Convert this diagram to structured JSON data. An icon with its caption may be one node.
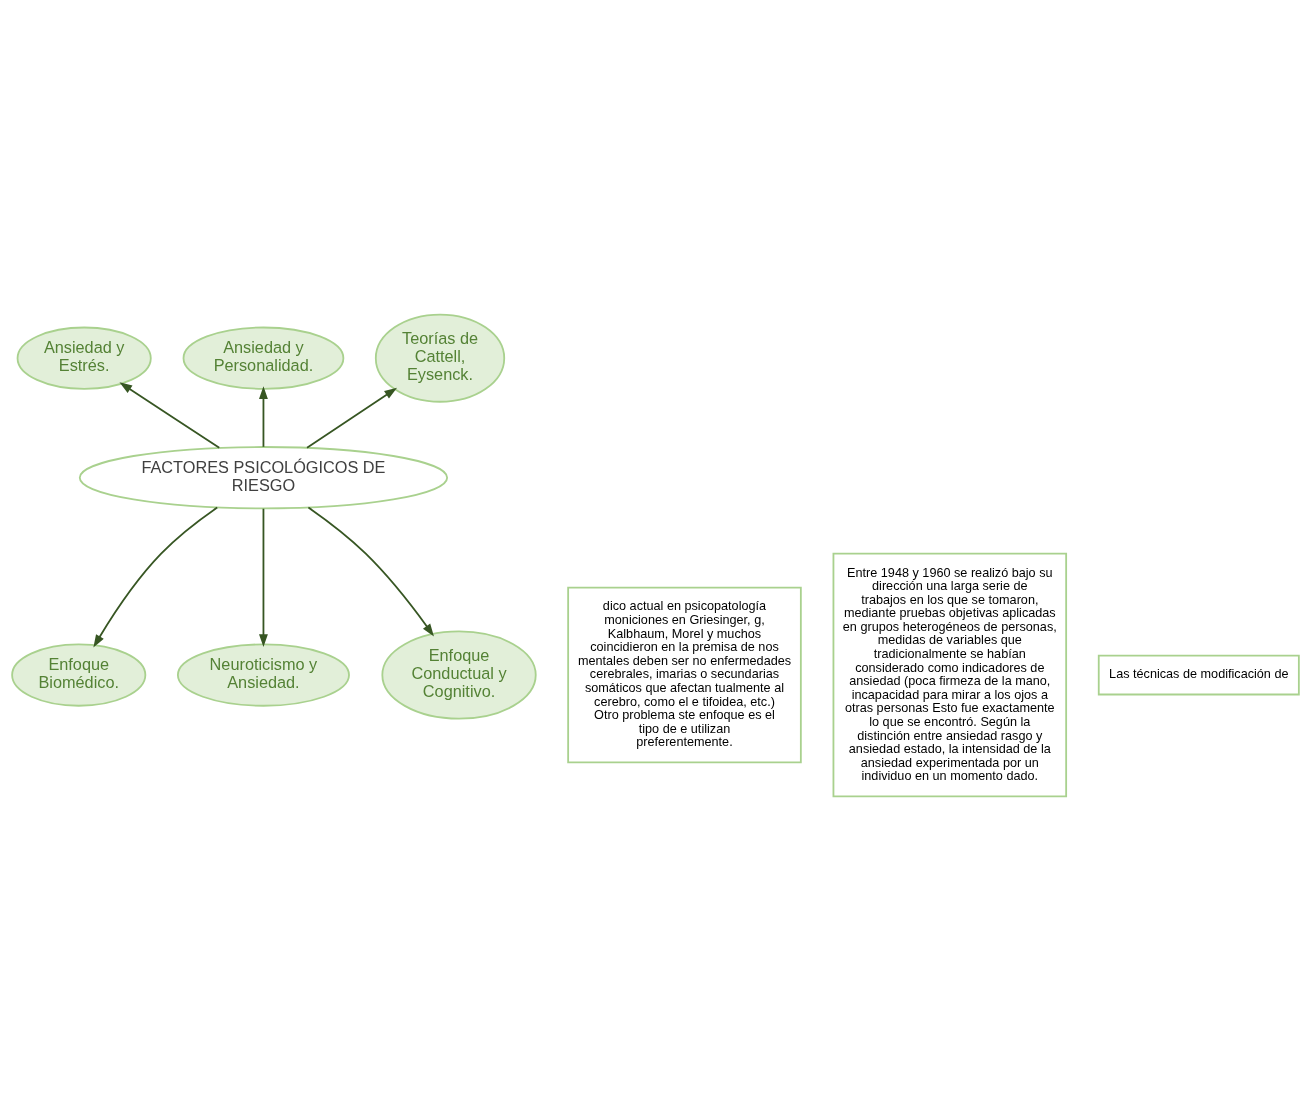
{
  "diagram": {
    "nodes": [
      {
        "text": [
          "FACTORES PSICOLÓGICOS DE RIESGO"
        ]
      },
      {
        "text": [
          "Ansiedad y Estrés."
        ]
      },
      {
        "text": [
          "Ansiedad y Personalidad."
        ]
      },
      {
        "text": [
          "Teorías de Cattell, Eysenck."
        ]
      },
      {
        "text": [
          "dico actual en psicopatología moniciones en Griesinger, g, Kalbhaum, Morel y muchos coincidieron en la premisa de nos mentales deben ser no enfermedades cerebrales, imarias o secundarias somáticos que afectan tualmente al cerebro, como el e tifoidea, etc.) Otro problema ste enfoque es el tipo de e utilizan preferentemente."
        ]
      },
      {
        "text": [
          "Enfoque Biomédico."
        ]
      },
      {
        "text": [
          "Entre 1948 y 1960 se realizó bajo su dirección una larga serie de trabajos en los que se tomaron, mediante pruebas objetivas aplicadas en grupos heterogéneos de personas, medidas de variables que tradicionalmente se habían considerado como indicadores de ansiedad (poca firmeza de la mano, incapacidad para mirar a los ojos a otras personas Esto fue exactamente lo que se encontró. Según la distinción entre ansiedad rasgo y ansiedad estado, la intensidad de la ansiedad experimentada por un individuo en un momento dado."
        ]
      },
      {
        "text": [
          "Neuroticismo y Ansiedad."
        ]
      },
      {
        "text": [
          "Enfoque Conductual y Cognitivo."
        ]
      },
      {
        "text": [
          "Las técnicas de modificación de"
        ]
      }
    ],
    "edges": [
      {
        "from": 0,
        "to": 1,
        "arrow": "to"
      },
      {
        "from": 0,
        "to": 2,
        "arrow": "to"
      },
      {
        "from": 0,
        "to": 3,
        "arrow": "to"
      },
      {
        "from": 0,
        "to": 5,
        "arrow": "to"
      },
      {
        "from": 0,
        "to": 7,
        "arrow": "to"
      },
      {
        "from": 0,
        "to": 8,
        "arrow": "to"
      }
    ]
  }
}
